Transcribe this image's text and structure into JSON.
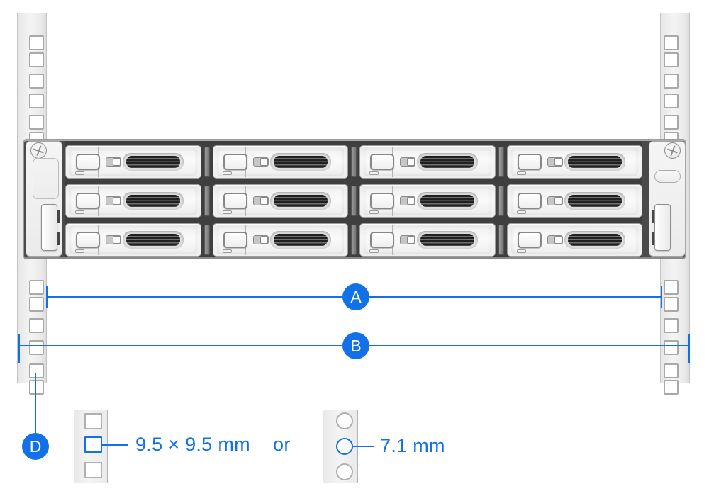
{
  "colors": {
    "accent_blue": "#1371e8"
  },
  "diagram": {
    "labels": {
      "a": "A",
      "b": "B",
      "d": "D"
    },
    "square_hole": {
      "size_label": "9.5 × 9.5 mm",
      "shape": "square"
    },
    "round_hole": {
      "size_label": "7.1 mm",
      "shape": "round"
    },
    "conjunction": "or"
  },
  "server": {
    "drive_bays": 12,
    "bay_columns": 4,
    "bay_rows": 3
  },
  "rack": {
    "rails_visible": 2,
    "holes_visible_per_rail": 12
  }
}
